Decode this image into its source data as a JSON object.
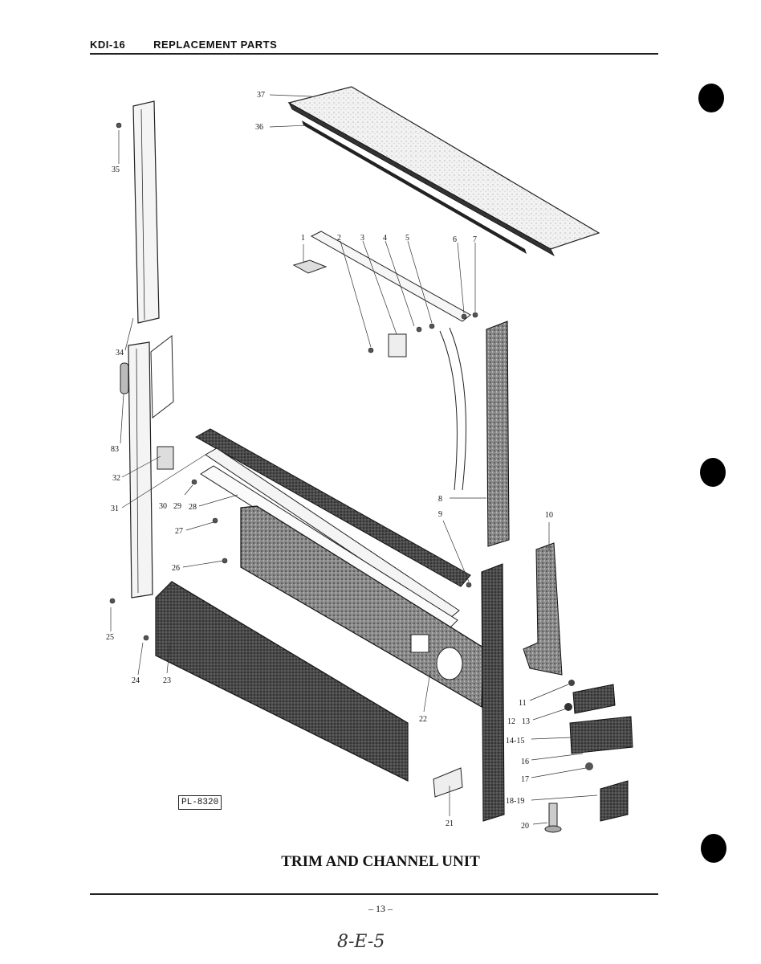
{
  "header": {
    "code": "KDI-16",
    "title": "REPLACEMENT PARTS"
  },
  "figure": {
    "caption": "TRIM AND CHANNEL UNIT",
    "plate_ref": "PL-8320",
    "callouts": [
      "1",
      "2",
      "3",
      "4",
      "5",
      "6",
      "7",
      "8",
      "9",
      "10",
      "11",
      "12",
      "13",
      "14-15",
      "16",
      "17",
      "18-19",
      "20",
      "21",
      "22",
      "23",
      "24",
      "25",
      "26",
      "27",
      "28",
      "30",
      "29",
      "31",
      "32",
      "83",
      "34",
      "35",
      "36",
      "37"
    ]
  },
  "footer": {
    "page_number": "– 13 –",
    "handwritten_note": "8-E-5"
  }
}
